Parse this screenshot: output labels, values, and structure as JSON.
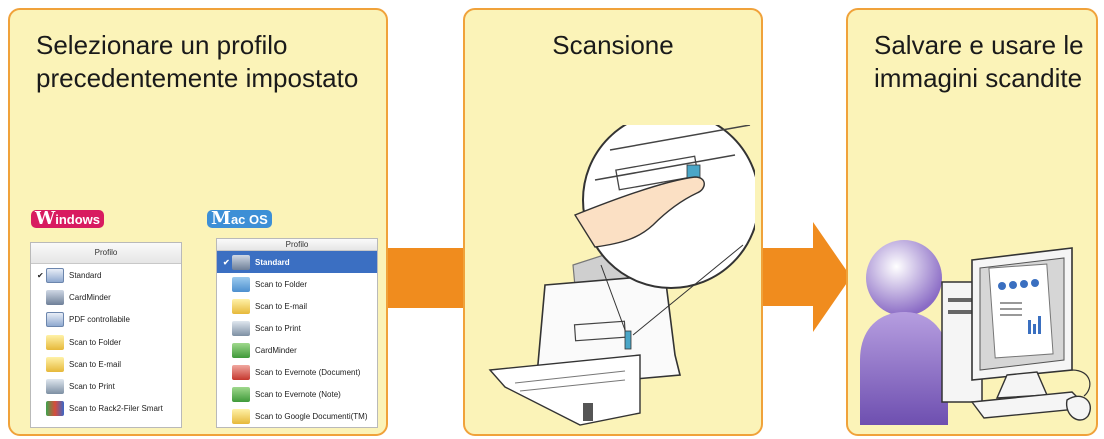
{
  "panels": {
    "select": {
      "title_line1": "Selezionare un profilo",
      "title_line2": "precedentemente impostato"
    },
    "scan": {
      "title": "Scansione"
    },
    "save": {
      "title_line1": "Salvare e usare le",
      "title_line2": "immagini scandite"
    }
  },
  "windows": {
    "badge_initial": "W",
    "badge_rest": "indows",
    "header": "Profilo",
    "items": [
      "Standard",
      "CardMinder",
      "PDF controllabile",
      "Scan to Folder",
      "Scan to E-mail",
      "Scan to Print",
      "Scan to Rack2-Filer Smart"
    ]
  },
  "mac": {
    "badge_initial": "M",
    "badge_rest": "ac OS",
    "header": "Profilo",
    "items": [
      "Standard",
      "Scan to Folder",
      "Scan to E-mail",
      "Scan to Print",
      "CardMinder",
      "Scan to Evernote (Document)",
      "Scan to Evernote (Note)",
      "Scan to Google Documenti(TM)"
    ]
  },
  "colors": {
    "panel_bg": "#fbf3b8",
    "panel_border": "#f0a23a",
    "arrow": "#f08c1e",
    "selection": "#3b6fc2",
    "windows_badge": "#d81b60",
    "mac_badge": "#3d8fd6"
  }
}
